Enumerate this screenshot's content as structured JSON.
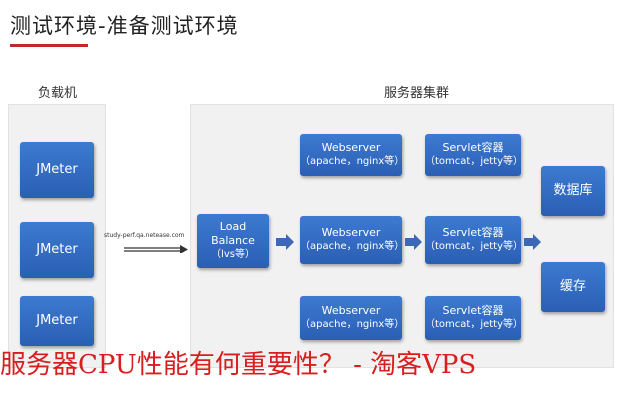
{
  "title": "测试环境-准备测试环境",
  "left_section": {
    "label": "负载机",
    "jmeters": [
      "JMeter",
      "JMeter",
      "JMeter"
    ]
  },
  "right_section": {
    "label": "服务器集群"
  },
  "link_label": "study-perf.qa.netease.com",
  "load_balance": {
    "name": "Load Balance",
    "detail": "（lvs等）"
  },
  "webservers": [
    {
      "name": "Webserver",
      "detail": "（apache，nginx等）"
    },
    {
      "name": "Webserver",
      "detail": "（apache，nginx等）"
    },
    {
      "name": "Webserver",
      "detail": "（apache，nginx等）"
    }
  ],
  "servlets": [
    {
      "name": "Servlet容器",
      "detail": "（tomcat，jetty等）"
    },
    {
      "name": "Servlet容器",
      "detail": "（tomcat，jetty等）"
    },
    {
      "name": "Servlet容器",
      "detail": "（tomcat，jetty等）"
    }
  ],
  "database": "数据库",
  "cache": "缓存",
  "watermark": "服务器CPU性能有何重要性？ - 淘客VPS",
  "colors": {
    "box": "#2f66bd",
    "accent": "#c0282d",
    "watermark": "#d81f1f"
  }
}
